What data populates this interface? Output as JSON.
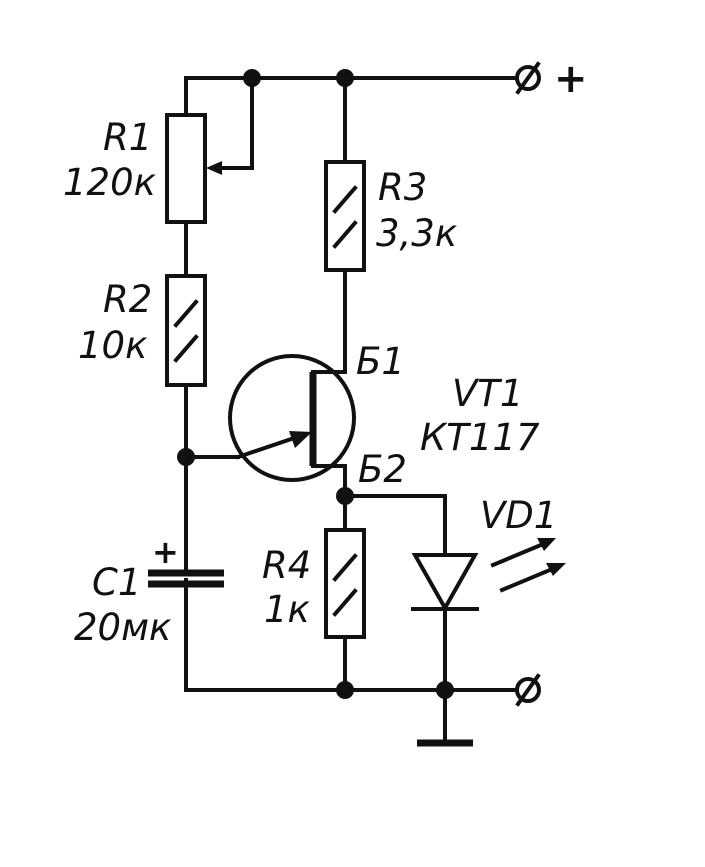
{
  "terminals": {
    "positive_symbol": "+"
  },
  "components": {
    "r1": {
      "ref": "R1",
      "value": "120к"
    },
    "r2": {
      "ref": "R2",
      "value": "10к"
    },
    "r3": {
      "ref": "R3",
      "value": "3,3к"
    },
    "r4": {
      "ref": "R4",
      "value": "1к"
    },
    "c1": {
      "ref": "C1",
      "value": "20мк",
      "polarity": "+"
    },
    "vt1": {
      "ref": "VT1",
      "value": "КТ117",
      "base1": "Б1",
      "base2": "Б2"
    },
    "vd1": {
      "ref": "VD1"
    }
  },
  "colors": {
    "ink": "#111111",
    "background": "#ffffff"
  }
}
